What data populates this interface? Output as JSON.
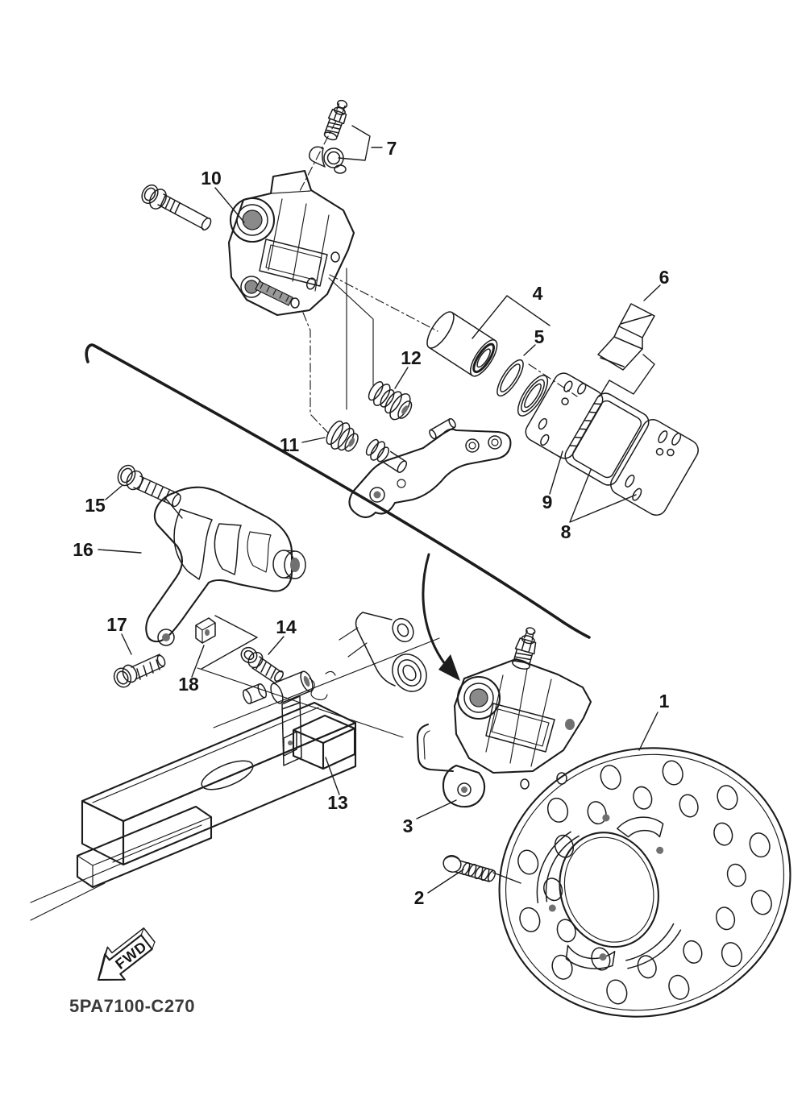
{
  "diagram": {
    "code": "5PA7100-C270",
    "fwd_label": "FWD",
    "background": "#ffffff",
    "line_color": "#1c1c1c"
  },
  "callouts": {
    "c1": "1",
    "c2": "2",
    "c3": "3",
    "c4": "4",
    "c5": "5",
    "c6": "6",
    "c7": "7",
    "c8": "8",
    "c9": "9",
    "c10": "10",
    "c11": "11",
    "c12": "12",
    "c13": "13",
    "c14": "14",
    "c15": "15",
    "c16": "16",
    "c17": "17",
    "c18": "18"
  }
}
